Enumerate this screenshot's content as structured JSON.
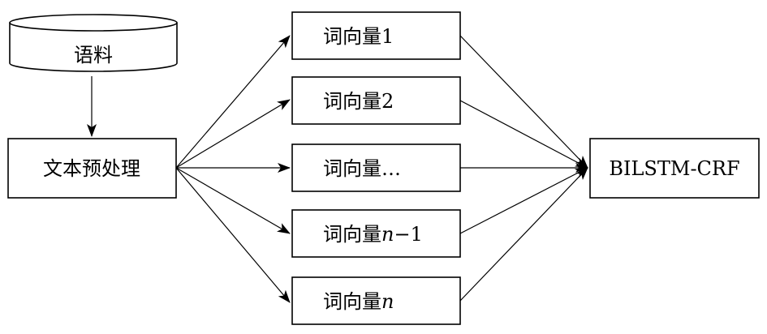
{
  "nodes": {
    "corpus": "语料",
    "preprocess": "文本预处理",
    "model": "BILSTM-CRF",
    "vectors": [
      {
        "prefix": "词向量",
        "var": "",
        "suffix": "1"
      },
      {
        "prefix": "词向量",
        "var": "",
        "suffix": "2"
      },
      {
        "prefix": "词向量",
        "var": "",
        "suffix": "…"
      },
      {
        "prefix": "词向量",
        "var": "n",
        "suffix": "−1"
      },
      {
        "prefix": "词向量",
        "var": "n",
        "suffix": ""
      }
    ]
  },
  "colors": {
    "stroke": "#000000",
    "fill": "#ffffff"
  }
}
